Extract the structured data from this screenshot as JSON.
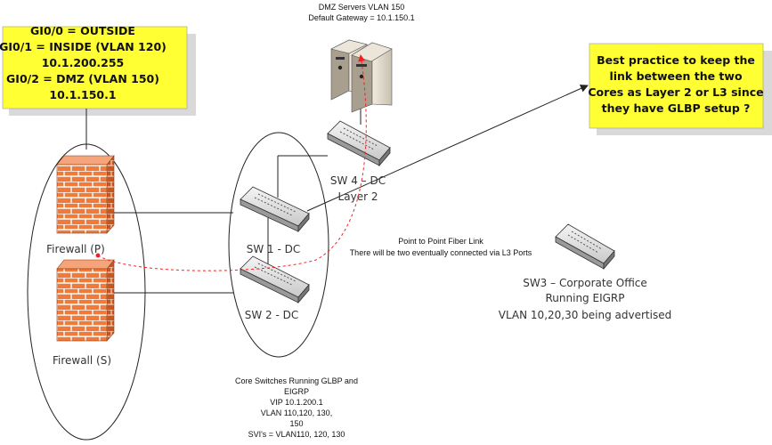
{
  "firewall_note": {
    "lines": [
      "GI0/0 = OUTSIDE",
      "GI0/1 = INSIDE (VLAN 120)",
      "10.1.200.255",
      "GI0/2 = DMZ (VLAN 150)",
      "10.1.150.1"
    ]
  },
  "best_practice_note": {
    "lines": [
      "Best practice to keep the",
      "link between the two",
      "Cores as Layer 2 or L3 since",
      "they have GLBP setup ?"
    ]
  },
  "dmz": {
    "lines": [
      "DMZ Servers VLAN 150",
      "Default Gateway = 10.1.150.1"
    ]
  },
  "sw4": {
    "lines": [
      "SW 4 – DC",
      "Layer 2"
    ]
  },
  "firewall_primary": {
    "label": "Firewall (P)"
  },
  "firewall_secondary": {
    "label": "Firewall (S)"
  },
  "sw1": {
    "label": "SW 1 - DC"
  },
  "sw2": {
    "label": "SW 2 - DC"
  },
  "fiber_link": {
    "lines": [
      "Point to Point Fiber Link",
      "There will be two eventually connected via L3 Ports"
    ]
  },
  "sw3": {
    "lines": [
      "SW3 – Corporate Office",
      "Running EIGRP",
      "VLAN 10,20,30 being advertised"
    ]
  },
  "core_note": {
    "lines": [
      "Core Switches Running GLBP and",
      "EIGRP",
      "VIP 10.1.200.1",
      "VLAN 110,120, 130,",
      "150",
      "SVI's = VLAN110, 120, 130"
    ]
  },
  "colors": {
    "note_fill": "#ffff33",
    "firewall": "#f07a3a",
    "traffic_path": "#ee2222"
  }
}
